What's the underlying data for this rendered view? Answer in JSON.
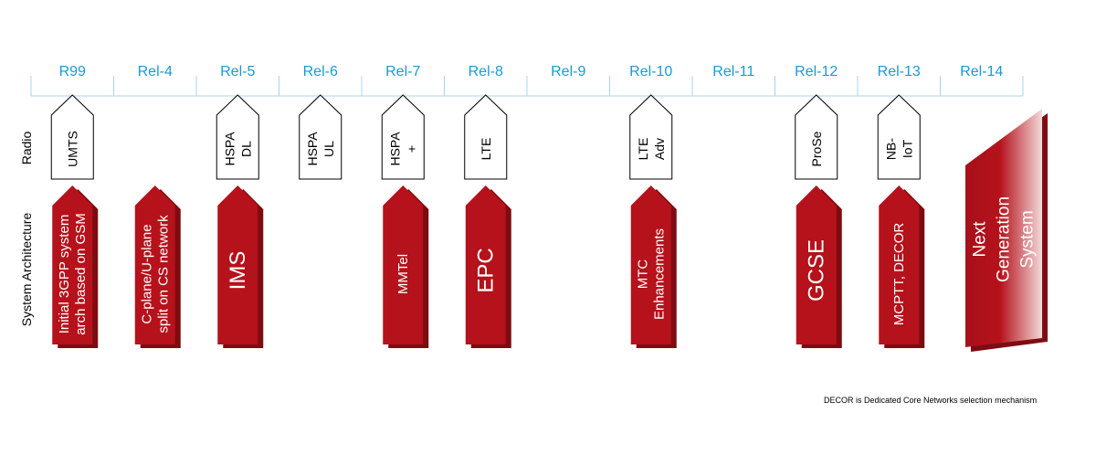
{
  "releases": [
    "R99",
    "Rel-4",
    "Rel-5",
    "Rel-6",
    "Rel-7",
    "Rel-8",
    "Rel-9",
    "Rel-10",
    "Rel-11",
    "Rel-12",
    "Rel-13",
    "Rel-14"
  ],
  "rows": {
    "radio": "Radio",
    "architecture": "System Architecture"
  },
  "radio_features": [
    {
      "release": "R99",
      "lines": [
        "UMTS"
      ]
    },
    {
      "release": "Rel-5",
      "lines": [
        "HSPA",
        "DL"
      ]
    },
    {
      "release": "Rel-6",
      "lines": [
        "HSPA",
        "UL"
      ]
    },
    {
      "release": "Rel-7",
      "lines": [
        "HSPA",
        "+"
      ]
    },
    {
      "release": "Rel-8",
      "lines": [
        "LTE"
      ]
    },
    {
      "release": "Rel-10",
      "lines": [
        "LTE",
        "Adv"
      ]
    },
    {
      "release": "Rel-12",
      "lines": [
        "ProSe"
      ]
    },
    {
      "release": "Rel-13",
      "lines": [
        "NB-",
        "IoT"
      ]
    }
  ],
  "arch_features": [
    {
      "release": "R99",
      "lines": [
        "Initial 3GPP system",
        "arch based on GSM"
      ]
    },
    {
      "release": "Rel-4",
      "lines": [
        "C-plane/U-plane",
        "split on CS network"
      ]
    },
    {
      "release": "Rel-5",
      "lines": [
        "IMS"
      ]
    },
    {
      "release": "Rel-7",
      "lines": [
        "MMTel"
      ]
    },
    {
      "release": "Rel-8",
      "lines": [
        "EPC"
      ]
    },
    {
      "release": "Rel-10",
      "lines": [
        "MTC",
        "Enhancements"
      ]
    },
    {
      "release": "Rel-12",
      "lines": [
        "GCSE"
      ]
    },
    {
      "release": "Rel-13",
      "lines": [
        "MCPTT, DECOR"
      ]
    },
    {
      "release": "Rel-14",
      "lines": [
        "Next",
        "Generation",
        "System"
      ]
    }
  ],
  "footnote": "DECOR is Dedicated Core Networks selection mechanism",
  "colors": {
    "release_text": "#1a9ad6",
    "arrow_red": "#b5121b",
    "arrow_dark": "#7d0c12",
    "timeline": "#a9d4ec"
  }
}
